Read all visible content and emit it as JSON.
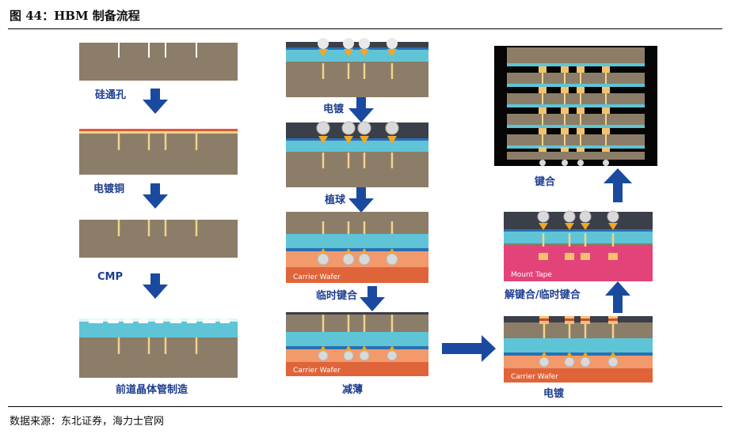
{
  "figure": {
    "title": "图 44：HBM 制备流程",
    "source": "数据来源：东北证券，海力士官网"
  },
  "steps": {
    "tsv": "硅通孔",
    "cu_plating": "电镀铜",
    "cmp": "CMP",
    "feol": "前道晶体管制造",
    "plating_1": "电镀",
    "bumping": "植球",
    "temp_bond": "临时键合",
    "thinning": "减薄",
    "plating_2": "电镀",
    "debond": "解键合/临时键合",
    "bonding": "键合"
  },
  "panel_text": {
    "carrier_wafer": "Carrier Wafer",
    "mount_tape": "Mount Tape"
  },
  "colors": {
    "label": "#1c3d8f",
    "arrow": "#1a4aa0",
    "silicon": "#8b7d68",
    "dielectric": "#5fc4d6",
    "carrier": "#e0643a",
    "mount_tape": "#e2447a",
    "copper": "#f1d38a"
  }
}
